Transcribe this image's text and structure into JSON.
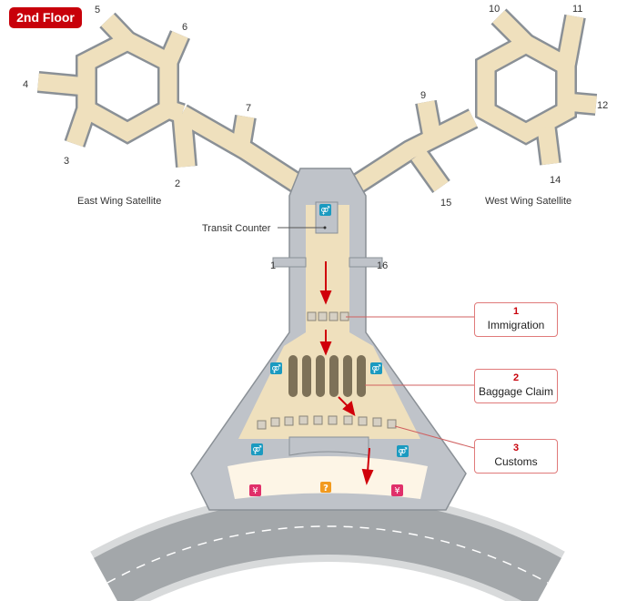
{
  "floor_badge": "2nd Floor",
  "areas": {
    "east": "East Wing Satellite",
    "west": "West Wing Satellite",
    "transit": "Transit Counter"
  },
  "gates": [
    "1",
    "2",
    "3",
    "4",
    "5",
    "6",
    "7",
    "9",
    "10",
    "11",
    "12",
    "14",
    "15",
    "16"
  ],
  "steps": [
    {
      "number": "1",
      "label": "Immigration"
    },
    {
      "number": "2",
      "label": "Baggage Claim"
    },
    {
      "number": "3",
      "label": "Customs"
    }
  ],
  "icons": {
    "restroom": "restroom-icon",
    "currency": "yen-exchange-icon",
    "info": "information-icon"
  },
  "colors": {
    "accent": "#c8000a",
    "floor": "#efe0bd",
    "wall": "#8a9096",
    "building": "#bfc3c9",
    "restroom": "#1a9ac0",
    "currency": "#e0306a",
    "info": "#f29a1e"
  }
}
